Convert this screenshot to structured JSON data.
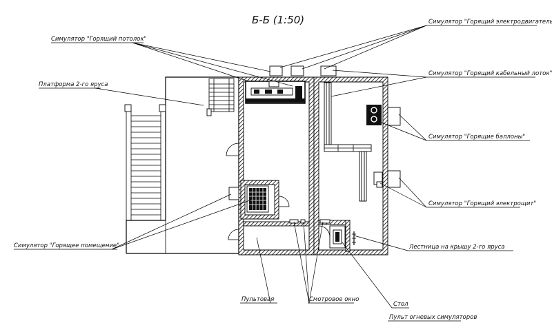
{
  "title": "Б-Б (1:50)",
  "labels": {
    "ceiling": "Симулятор \"Горящий потолок\"",
    "platform": "Платформа 2-го яруса",
    "room": "Симулятор \"Горящее помещение\"",
    "motor": "Симулятор \"Горящий электродвигатель\"",
    "cable_tray": "Симулятор \"Горящий кабельный лоток\"",
    "cylinders": "Симулятор \"Горящие баллоны\"",
    "switchboard": "Симулятор \"Горящий электрощит\"",
    "ladder": "Лестница на крышу 2-го яруса",
    "control_room": "Пультовая",
    "windows": "Смотровое окно",
    "table": "Стол",
    "fire_panel": "Пульт огневых симуляторов"
  },
  "colors": {
    "line": "#000000",
    "background": "#ffffff"
  }
}
